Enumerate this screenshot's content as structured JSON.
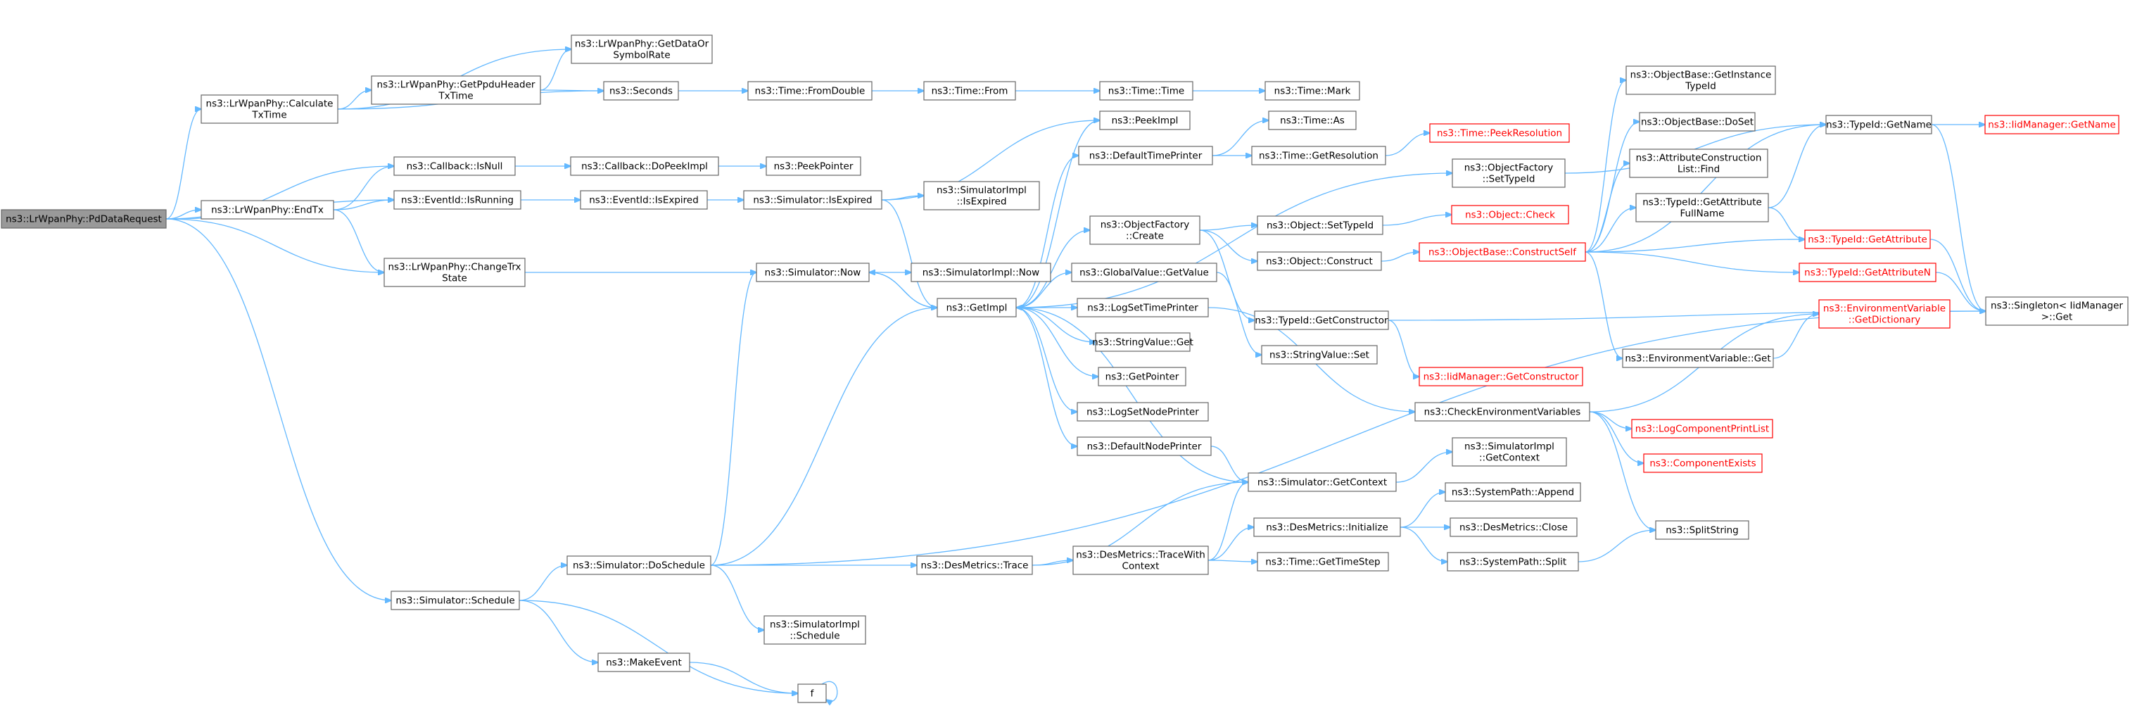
{
  "diagram": {
    "type": "call-graph",
    "nodes": [
      {
        "id": "root",
        "lines": [
          "ns3::LrWpanPhy::PdDataRequest"
        ],
        "style": "root"
      },
      {
        "id": "calctx",
        "lines": [
          "ns3::LrWpanPhy::Calculate",
          "TxTime"
        ]
      },
      {
        "id": "getdata",
        "lines": [
          "ns3::LrWpanPhy::GetDataOr",
          "SymbolRate"
        ]
      },
      {
        "id": "getppdu",
        "lines": [
          "ns3::LrWpanPhy::GetPpduHeader",
          "TxTime"
        ]
      },
      {
        "id": "seconds",
        "lines": [
          "ns3::Seconds"
        ]
      },
      {
        "id": "fromdouble",
        "lines": [
          "ns3::Time::FromDouble"
        ]
      },
      {
        "id": "from",
        "lines": [
          "ns3::Time::From"
        ]
      },
      {
        "id": "timetime",
        "lines": [
          "ns3::Time::Time"
        ]
      },
      {
        "id": "mark",
        "lines": [
          "ns3::Time::Mark"
        ]
      },
      {
        "id": "cbisnull",
        "lines": [
          "ns3::Callback::IsNull"
        ]
      },
      {
        "id": "cbdopeek",
        "lines": [
          "ns3::Callback::DoPeekImpl"
        ]
      },
      {
        "id": "peekptr",
        "lines": [
          "ns3::PeekPointer"
        ]
      },
      {
        "id": "endtx",
        "lines": [
          "ns3::LrWpanPhy::EndTx"
        ]
      },
      {
        "id": "isrunning",
        "lines": [
          "ns3::EventId::IsRunning"
        ]
      },
      {
        "id": "isexpiredev",
        "lines": [
          "ns3::EventId::IsExpired"
        ]
      },
      {
        "id": "simisexpired",
        "lines": [
          "ns3::Simulator::IsExpired"
        ]
      },
      {
        "id": "simimplisexp",
        "lines": [
          "ns3::SimulatorImpl",
          "::IsExpired"
        ]
      },
      {
        "id": "changetrx",
        "lines": [
          "ns3::LrWpanPhy::ChangeTrx",
          "State"
        ]
      },
      {
        "id": "simnow",
        "lines": [
          "ns3::Simulator::Now"
        ]
      },
      {
        "id": "simimplnow",
        "lines": [
          "ns3::SimulatorImpl::Now"
        ]
      },
      {
        "id": "getimpl",
        "lines": [
          "ns3::GetImpl"
        ]
      },
      {
        "id": "peekimpl",
        "lines": [
          "ns3::PeekImpl"
        ]
      },
      {
        "id": "deftimeprinter",
        "lines": [
          "ns3::DefaultTimePrinter"
        ]
      },
      {
        "id": "timeas",
        "lines": [
          "ns3::Time::As"
        ]
      },
      {
        "id": "getres",
        "lines": [
          "ns3::Time::GetResolution"
        ]
      },
      {
        "id": "peekres",
        "lines": [
          "ns3::Time::PeekResolution"
        ],
        "style": "red"
      },
      {
        "id": "ofsettypeid",
        "lines": [
          "ns3::ObjectFactory",
          "::SetTypeId"
        ]
      },
      {
        "id": "ofcreate",
        "lines": [
          "ns3::ObjectFactory",
          "::Create"
        ]
      },
      {
        "id": "objsettypeid",
        "lines": [
          "ns3::Object::SetTypeId"
        ]
      },
      {
        "id": "objcheck",
        "lines": [
          "ns3::Object::Check"
        ],
        "style": "red"
      },
      {
        "id": "objconstruct",
        "lines": [
          "ns3::Object::Construct"
        ]
      },
      {
        "id": "obconstructself",
        "lines": [
          "ns3::ObjectBase::ConstructSelf"
        ],
        "style": "red"
      },
      {
        "id": "globalget",
        "lines": [
          "ns3::GlobalValue::GetValue"
        ]
      },
      {
        "id": "logsettime",
        "lines": [
          "ns3::LogSetTimePrinter"
        ]
      },
      {
        "id": "strget",
        "lines": [
          "ns3::StringValue::Get"
        ]
      },
      {
        "id": "getpointer",
        "lines": [
          "ns3::GetPointer"
        ]
      },
      {
        "id": "logsetnode",
        "lines": [
          "ns3::LogSetNodePrinter"
        ]
      },
      {
        "id": "defnodeprinter",
        "lines": [
          "ns3::DefaultNodePrinter"
        ]
      },
      {
        "id": "tidgetctor",
        "lines": [
          "ns3::TypeId::GetConstructor"
        ]
      },
      {
        "id": "strset",
        "lines": [
          "ns3::StringValue::Set"
        ]
      },
      {
        "id": "iidgetctor",
        "lines": [
          "ns3::IidManager::GetConstructor"
        ],
        "style": "red"
      },
      {
        "id": "checkenv",
        "lines": [
          "ns3::CheckEnvironmentVariables"
        ]
      },
      {
        "id": "simgetctx",
        "lines": [
          "ns3::Simulator::GetContext"
        ]
      },
      {
        "id": "simimplgetctx",
        "lines": [
          "ns3::SimulatorImpl",
          "::GetContext"
        ]
      },
      {
        "id": "obgetinst",
        "lines": [
          "ns3::ObjectBase::GetInstance",
          "TypeId"
        ]
      },
      {
        "id": "obdoset",
        "lines": [
          "ns3::ObjectBase::DoSet"
        ]
      },
      {
        "id": "attrfind",
        "lines": [
          "ns3::AttributeConstruction",
          "List::Find"
        ]
      },
      {
        "id": "tidgetattrfull",
        "lines": [
          "ns3::TypeId::GetAttribute",
          "FullName"
        ]
      },
      {
        "id": "envget",
        "lines": [
          "ns3::EnvironmentVariable::Get"
        ]
      },
      {
        "id": "tidgetname",
        "lines": [
          "ns3::TypeId::GetName"
        ]
      },
      {
        "id": "iidgetname",
        "lines": [
          "ns3::IidManager::GetName"
        ],
        "style": "red"
      },
      {
        "id": "tidgetattr",
        "lines": [
          "ns3::TypeId::GetAttribute"
        ],
        "style": "red"
      },
      {
        "id": "tidgetattrn",
        "lines": [
          "ns3::TypeId::GetAttributeN"
        ],
        "style": "red"
      },
      {
        "id": "singleton",
        "lines": [
          "ns3::Singleton< IidManager",
          ">::Get"
        ]
      },
      {
        "id": "envgetdict",
        "lines": [
          "ns3::EnvironmentVariable",
          "::GetDictionary"
        ],
        "style": "red"
      },
      {
        "id": "logcomp",
        "lines": [
          "ns3::LogComponentPrintList"
        ],
        "style": "red"
      },
      {
        "id": "compexists",
        "lines": [
          "ns3::ComponentExists"
        ],
        "style": "red"
      },
      {
        "id": "splitstring",
        "lines": [
          "ns3::SplitString"
        ]
      },
      {
        "id": "simschedule",
        "lines": [
          "ns3::Simulator::Schedule"
        ]
      },
      {
        "id": "simdoschedule",
        "lines": [
          "ns3::Simulator::DoSchedule"
        ]
      },
      {
        "id": "destrace",
        "lines": [
          "ns3::DesMetrics::Trace"
        ]
      },
      {
        "id": "destracectx",
        "lines": [
          "ns3::DesMetrics::TraceWith",
          "Context"
        ]
      },
      {
        "id": "desinit",
        "lines": [
          "ns3::DesMetrics::Initialize"
        ]
      },
      {
        "id": "sysappend",
        "lines": [
          "ns3::SystemPath::Append"
        ]
      },
      {
        "id": "desclose",
        "lines": [
          "ns3::DesMetrics::Close"
        ]
      },
      {
        "id": "syssplit",
        "lines": [
          "ns3::SystemPath::Split"
        ]
      },
      {
        "id": "gettimestep",
        "lines": [
          "ns3::Time::GetTimeStep"
        ]
      },
      {
        "id": "simimplsched",
        "lines": [
          "ns3::SimulatorImpl",
          "::Schedule"
        ]
      },
      {
        "id": "makeevent",
        "lines": [
          "ns3::MakeEvent"
        ]
      },
      {
        "id": "f",
        "lines": [
          "f"
        ]
      }
    ],
    "edges": [
      [
        "root",
        "calctx"
      ],
      [
        "root",
        "cbisnull"
      ],
      [
        "root",
        "endtx"
      ],
      [
        "root",
        "isrunning"
      ],
      [
        "root",
        "changetrx"
      ],
      [
        "root",
        "simschedule"
      ],
      [
        "calctx",
        "getdata"
      ],
      [
        "calctx",
        "getppdu"
      ],
      [
        "calctx",
        "seconds"
      ],
      [
        "getppdu",
        "getdata"
      ],
      [
        "getppdu",
        "seconds"
      ],
      [
        "seconds",
        "fromdouble"
      ],
      [
        "fromdouble",
        "from"
      ],
      [
        "from",
        "timetime"
      ],
      [
        "timetime",
        "mark"
      ],
      [
        "cbisnull",
        "cbdopeek"
      ],
      [
        "cbdopeek",
        "peekptr"
      ],
      [
        "endtx",
        "cbisnull"
      ],
      [
        "endtx",
        "isrunning"
      ],
      [
        "endtx",
        "changetrx"
      ],
      [
        "isrunning",
        "isexpiredev"
      ],
      [
        "isexpiredev",
        "simisexpired"
      ],
      [
        "simisexpired",
        "simimplisexp"
      ],
      [
        "simisexpired",
        "getimpl"
      ],
      [
        "simisexpired",
        "peekimpl"
      ],
      [
        "changetrx",
        "simnow"
      ],
      [
        "simnow",
        "simimplnow"
      ],
      [
        "simnow",
        "getimpl"
      ],
      [
        "getimpl",
        "peekimpl"
      ],
      [
        "getimpl",
        "deftimeprinter"
      ],
      [
        "getimpl",
        "ofsettypeid"
      ],
      [
        "getimpl",
        "ofcreate"
      ],
      [
        "getimpl",
        "globalget"
      ],
      [
        "getimpl",
        "logsettime"
      ],
      [
        "getimpl",
        "strget"
      ],
      [
        "getimpl",
        "getpointer"
      ],
      [
        "getimpl",
        "logsetnode"
      ],
      [
        "getimpl",
        "defnodeprinter"
      ],
      [
        "getimpl",
        "simnow"
      ],
      [
        "deftimeprinter",
        "timeas"
      ],
      [
        "deftimeprinter",
        "getres"
      ],
      [
        "getres",
        "peekres"
      ],
      [
        "ofsettypeid",
        "tidgetname"
      ],
      [
        "ofcreate",
        "objsettypeid"
      ],
      [
        "ofcreate",
        "objconstruct"
      ],
      [
        "ofcreate",
        "tidgetctor"
      ],
      [
        "objsettypeid",
        "objcheck"
      ],
      [
        "objconstruct",
        "obconstructself"
      ],
      [
        "obconstructself",
        "obgetinst"
      ],
      [
        "obconstructself",
        "obdoset"
      ],
      [
        "obconstructself",
        "attrfind"
      ],
      [
        "obconstructself",
        "tidgetattrfull"
      ],
      [
        "obconstructself",
        "tidgetname"
      ],
      [
        "obconstructself",
        "tidgetattr"
      ],
      [
        "obconstructself",
        "tidgetattrn"
      ],
      [
        "obconstructself",
        "envget"
      ],
      [
        "tidgetattrfull",
        "tidgetname"
      ],
      [
        "tidgetattrfull",
        "tidgetattr"
      ],
      [
        "tidgetname",
        "iidgetname"
      ],
      [
        "tidgetname",
        "singleton"
      ],
      [
        "tidgetattr",
        "singleton"
      ],
      [
        "tidgetattrn",
        "singleton"
      ],
      [
        "envget",
        "envgetdict"
      ],
      [
        "globalget",
        "strset"
      ],
      [
        "logsettime",
        "checkenv"
      ],
      [
        "tidgetctor",
        "iidgetctor"
      ],
      [
        "tidgetctor",
        "singleton"
      ],
      [
        "checkenv",
        "envgetdict"
      ],
      [
        "checkenv",
        "logcomp"
      ],
      [
        "checkenv",
        "compexists"
      ],
      [
        "checkenv",
        "splitstring"
      ],
      [
        "defnodeprinter",
        "simgetctx"
      ],
      [
        "simgetctx",
        "getimpl"
      ],
      [
        "simgetctx",
        "simimplgetctx"
      ],
      [
        "simschedule",
        "simdoschedule"
      ],
      [
        "simschedule",
        "makeevent"
      ],
      [
        "simschedule",
        "f"
      ],
      [
        "simdoschedule",
        "simnow"
      ],
      [
        "simdoschedule",
        "getimpl"
      ],
      [
        "simdoschedule",
        "destrace"
      ],
      [
        "simdoschedule",
        "simimplsched"
      ],
      [
        "simdoschedule",
        "singleton"
      ],
      [
        "destrace",
        "simgetctx"
      ],
      [
        "destrace",
        "destracectx"
      ],
      [
        "destracectx",
        "simgetctx"
      ],
      [
        "destracectx",
        "desinit"
      ],
      [
        "destracectx",
        "gettimestep"
      ],
      [
        "desinit",
        "sysappend"
      ],
      [
        "desinit",
        "desclose"
      ],
      [
        "desinit",
        "syssplit"
      ],
      [
        "syssplit",
        "splitstring"
      ],
      [
        "makeevent",
        "f"
      ],
      [
        "f",
        "f"
      ]
    ]
  }
}
